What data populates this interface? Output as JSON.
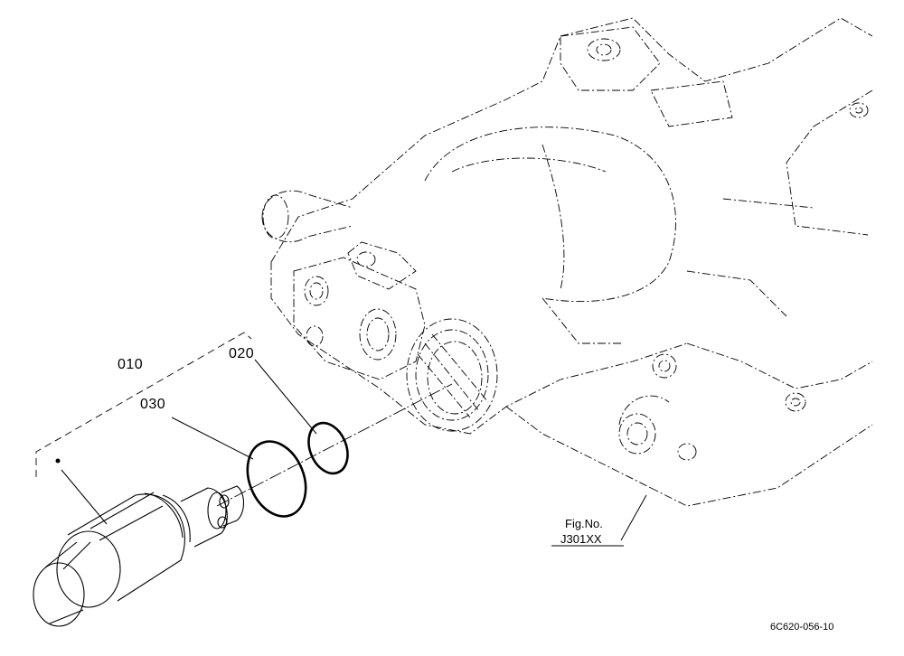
{
  "diagram": {
    "callouts": {
      "assembly": "010",
      "small_oring": "020",
      "large_oring": "030"
    },
    "fig_ref": {
      "line1": "Fig.No.",
      "line2": "J301XX"
    },
    "drawing_code": "6C620-056-10"
  }
}
